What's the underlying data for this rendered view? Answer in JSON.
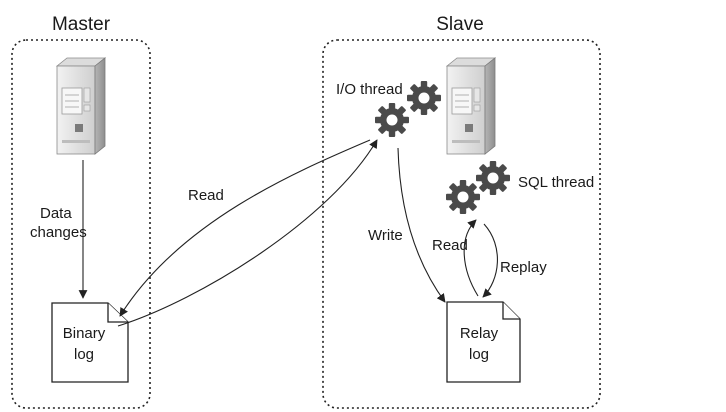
{
  "master": {
    "title": "Master",
    "data_changes_line1": "Data",
    "data_changes_line2": "changes",
    "binlog_line1": "Binary",
    "binlog_line2": "log"
  },
  "slave": {
    "title": "Slave",
    "io_thread": "I/O thread",
    "sql_thread": "SQL thread",
    "relaylog_line1": "Relay",
    "relaylog_line2": "log"
  },
  "edges": {
    "read_binlog": "Read",
    "write_relay": "Write",
    "read_relay": "Read",
    "replay": "Replay"
  },
  "colors": {
    "gear": "#4a4a4a",
    "server_light": "#e9e9e9",
    "server_mid": "#c8c8c8",
    "server_dark": "#9a9a9a"
  },
  "icons": [
    "server-icon",
    "gear-icon",
    "document-icon"
  ]
}
